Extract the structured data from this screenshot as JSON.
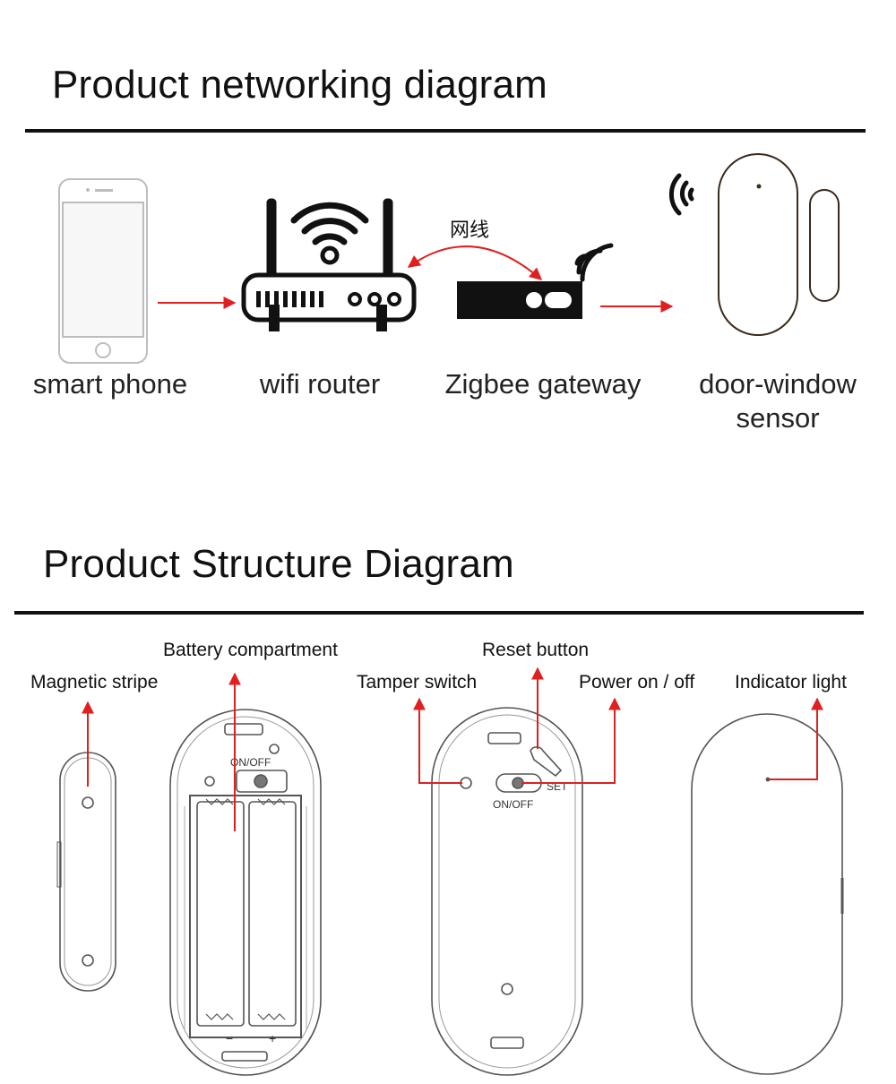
{
  "sections": {
    "networking": {
      "title": "Product networking diagram",
      "cable_label": "网线",
      "devices": [
        {
          "label": "smart phone",
          "icon": "smartphone-icon"
        },
        {
          "label": "wifi router",
          "icon": "wifi-router-icon"
        },
        {
          "label": "Zigbee gateway",
          "icon": "zigbee-gateway-icon"
        },
        {
          "label": "door-window sensor",
          "icon": "door-window-sensor-icon"
        }
      ]
    },
    "structure": {
      "title": "Product Structure Diagram",
      "callouts": {
        "battery": "Battery compartment",
        "magnetic": "Magnetic stripe",
        "reset": "Reset button",
        "tamper": "Tamper switch",
        "power": "Power on / off",
        "indicator": "Indicator light"
      },
      "engraving": {
        "onoff_inside": "ON/OFF",
        "onoff_back": "ON/OFF",
        "set": "SET",
        "plus": "+",
        "minus": "−"
      }
    }
  },
  "colors": {
    "arrow": "#e02020",
    "ink": "#111111",
    "outline": "#555555"
  }
}
